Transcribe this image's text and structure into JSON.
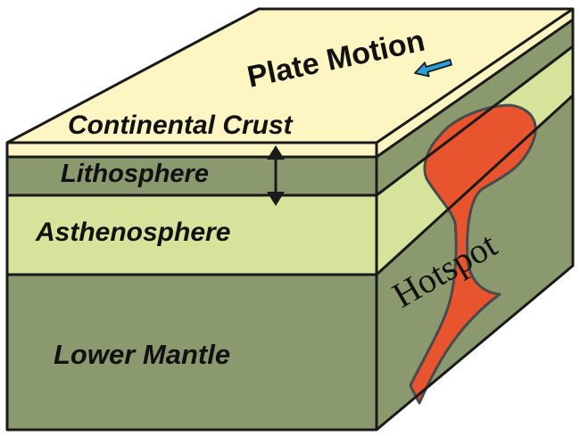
{
  "diagram": {
    "labels": {
      "plate_motion": "Plate Motion",
      "continental_crust": "Continental Crust",
      "lithosphere": "Lithosphere",
      "asthenosphere": "Asthenosphere",
      "lower_mantle": "Lower Mantle",
      "hotspot": "Hotspot"
    },
    "colors": {
      "crust": "#fdf6c3",
      "lithosphere": "#8a9a6e",
      "asthenosphere": "#d6e39a",
      "mantle": "#8a9a6e",
      "plume": "#e8542e",
      "arrow": "#2a9fd8",
      "outline": "#1a1a1a"
    }
  }
}
